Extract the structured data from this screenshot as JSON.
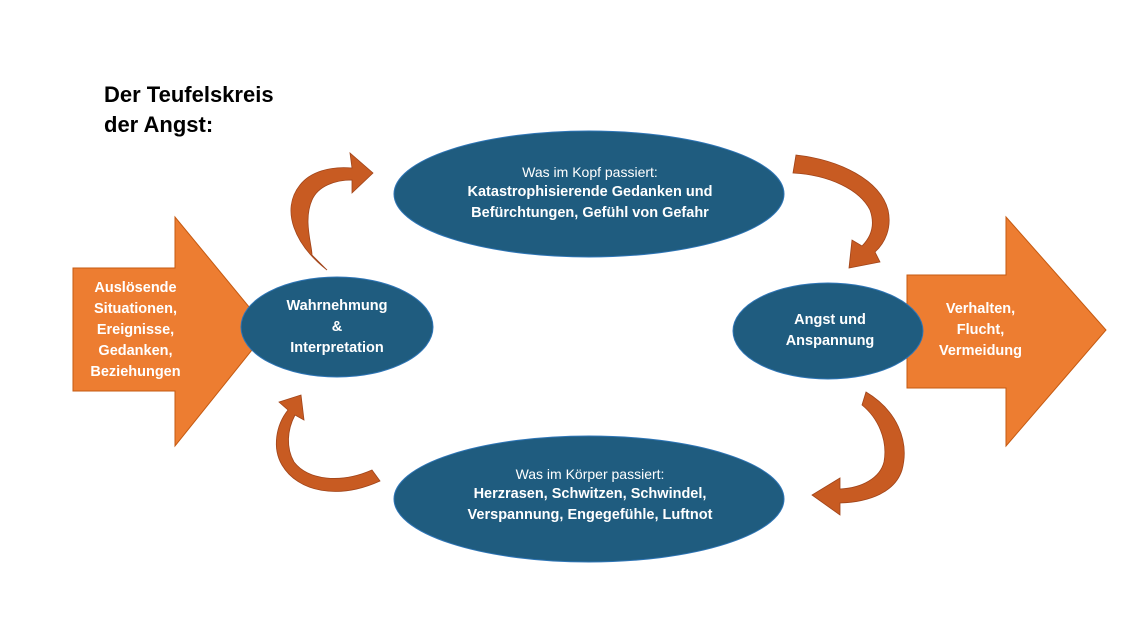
{
  "title": {
    "line1": "Der Teufelskreis",
    "line2": "der Angst:"
  },
  "colors": {
    "orange": "#ED7D31",
    "blue": "#1F5C7F",
    "arrow": "#C45A20",
    "text": "#000000"
  },
  "left_arrow": {
    "line1": "Auslösende",
    "line2": "Situationen,",
    "line3": "Ereignisse,",
    "line4": "Gedanken,",
    "line5": "Beziehungen"
  },
  "right_arrow": {
    "line1": "Verhalten,",
    "line2": "Flucht,",
    "line3": "Vermeidung"
  },
  "wahrnehmung": {
    "line1": "Wahrnehmung",
    "line2": "&",
    "line3": "Interpretation"
  },
  "angst": {
    "line1": "Angst und",
    "line2": "Anspannung"
  },
  "kopf": {
    "intro": "Was im Kopf passiert:",
    "line1": "Katastrophisierende Gedanken und",
    "line2": "Befürchtungen, Gefühl von Gefahr"
  },
  "koerper": {
    "intro": "Was im Körper passiert:",
    "line1": "Herzrasen, Schwitzen, Schwindel,",
    "line2": "Verspannung, Engegefühle, Luftnot"
  }
}
